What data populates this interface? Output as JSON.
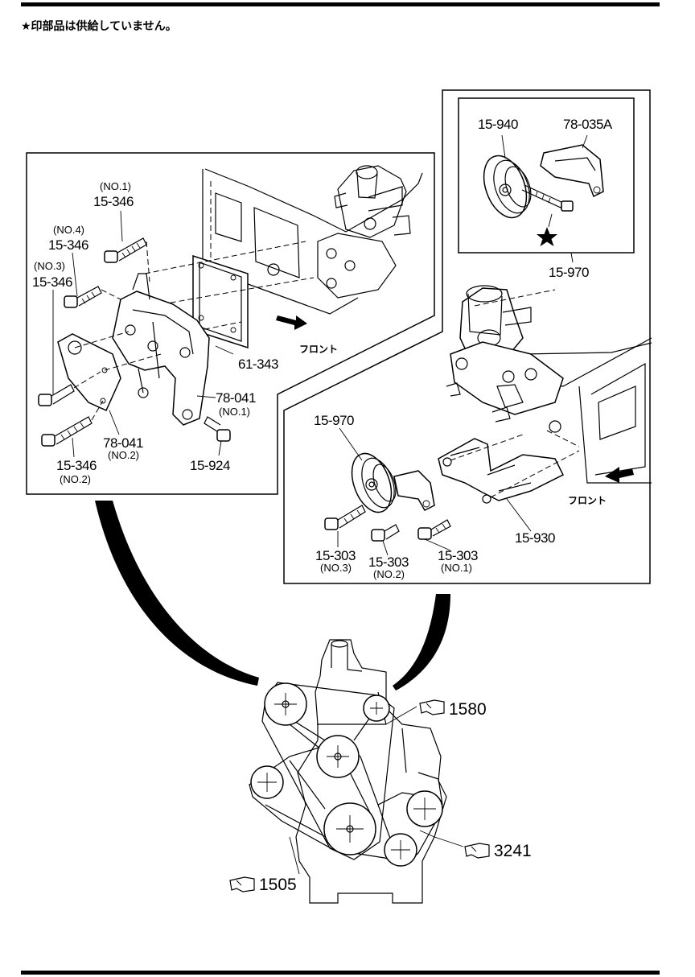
{
  "header": {
    "note": "★印部品は供給していません。"
  },
  "left_panel": {
    "labels": [
      {
        "sub": "(NO.1)",
        "part": "15-346"
      },
      {
        "sub": "(NO.4)",
        "part": "15-346"
      },
      {
        "sub": "(NO.3)",
        "part": "15-346"
      },
      {
        "sub": "",
        "part": "61-343"
      },
      {
        "sub": "(NO.1)",
        "part": "78-041"
      },
      {
        "sub": "(NO.2)",
        "part": "78-041"
      },
      {
        "sub": "",
        "part": "15-924"
      },
      {
        "sub": "(NO.2)",
        "part": "15-346"
      }
    ],
    "front_label": "フロント"
  },
  "inset": {
    "labels": [
      {
        "part": "15-940"
      },
      {
        "part": "78-035A"
      }
    ],
    "assembly_label": "15-970"
  },
  "right_panel": {
    "labels": [
      {
        "sub": "",
        "part": "15-970"
      },
      {
        "sub": "",
        "part": "15-930"
      },
      {
        "sub": "(NO.3)",
        "part": "15-303"
      },
      {
        "sub": "(NO.2)",
        "part": "15-303"
      },
      {
        "sub": "(NO.1)",
        "part": "15-303"
      }
    ],
    "front_label": "フロント"
  },
  "references": [
    {
      "page": "1580"
    },
    {
      "page": "3241"
    },
    {
      "page": "1505"
    }
  ]
}
